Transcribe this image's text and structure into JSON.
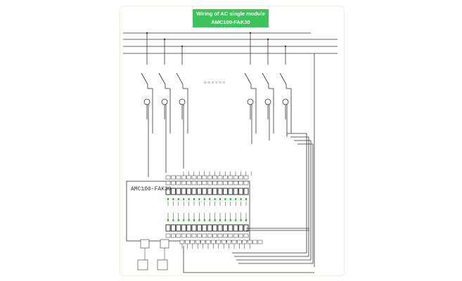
{
  "title": {
    "line1": "Wiring of AC single module",
    "line2": "AMC100-FAK30"
  },
  "module_label": "AMC100-FAK30",
  "ellipsis": "○ ○ ○ ○ ○ ○",
  "colors": {
    "title_bg": "#3cc45a",
    "line": "#333333",
    "led": "#22bb22"
  }
}
